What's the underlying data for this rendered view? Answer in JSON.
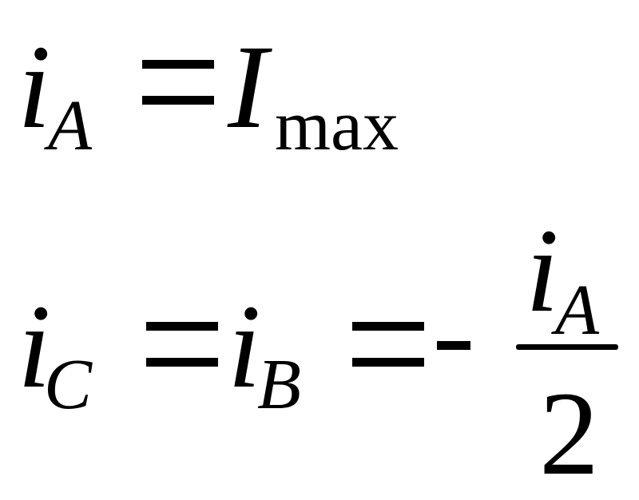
{
  "line1": {
    "lhs_symbol": "i",
    "lhs_subscript": "A",
    "rhs_symbol": "I",
    "rhs_subscript": "max"
  },
  "line2": {
    "lhs_symbol": "i",
    "lhs_subscript": "C",
    "mid_symbol": "i",
    "mid_subscript": "B",
    "fraction": {
      "numerator_symbol": "i",
      "numerator_subscript": "A",
      "denominator": "2"
    }
  }
}
